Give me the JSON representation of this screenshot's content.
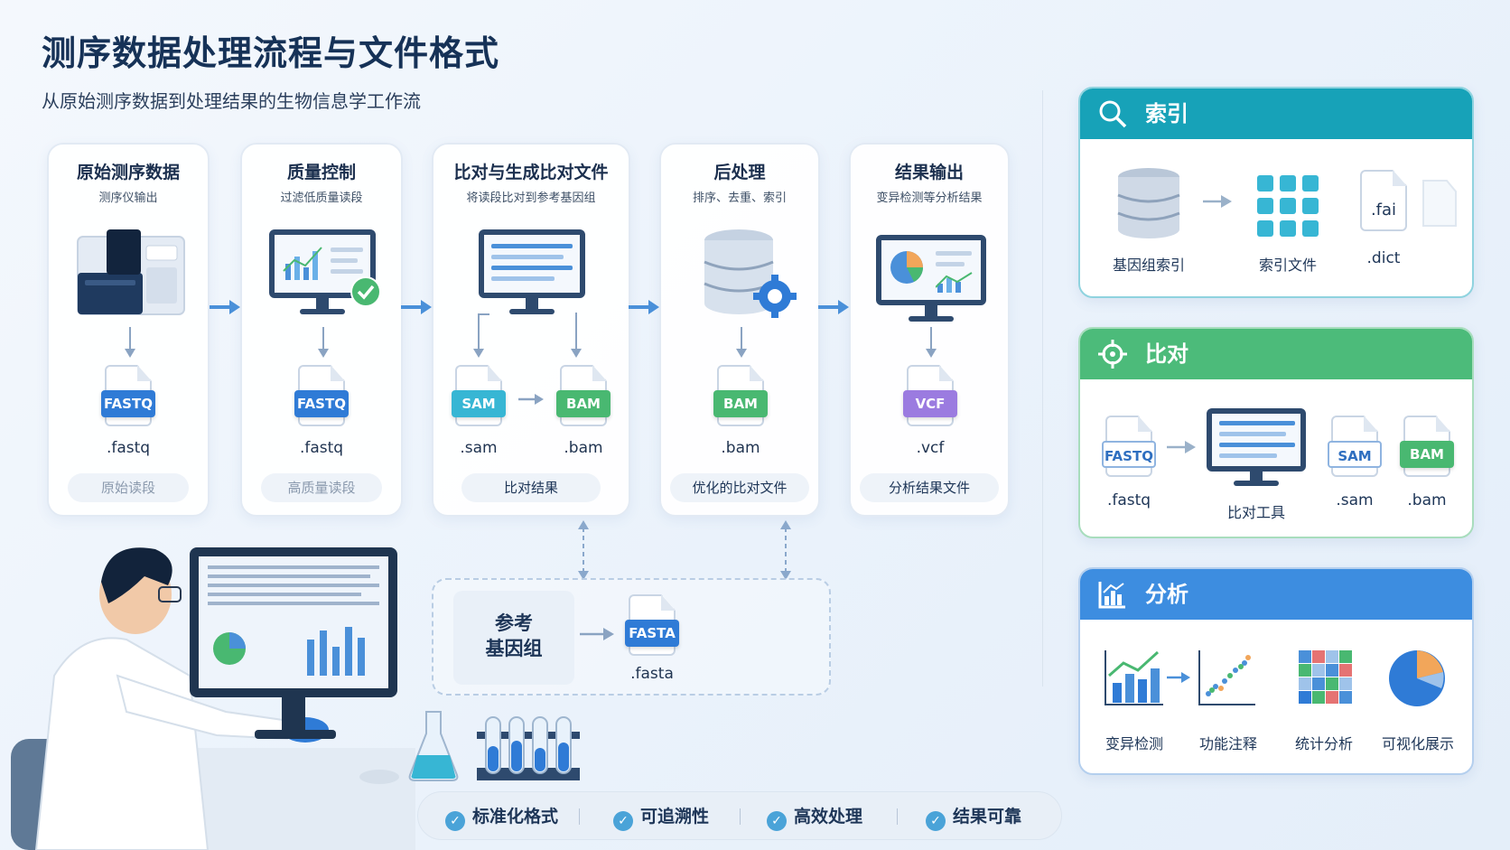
{
  "header": {
    "title": "测序数据处理流程与文件格式",
    "subtitle": "从原始测序数据到处理结果的生物信息学工作流"
  },
  "pipeline": [
    {
      "title": "原始测序数据",
      "sub": "测序仪输出",
      "files": [
        {
          "tag": "FASTQ",
          "ext": ".fastq"
        }
      ],
      "foot": "原始读段"
    },
    {
      "title": "质量控制",
      "sub": "过滤低质量读段",
      "files": [
        {
          "tag": "FASTQ",
          "ext": ".fastq"
        }
      ],
      "foot": "高质量读段"
    },
    {
      "title": "比对与生成比对文件",
      "sub": "将读段比对到参考基因组",
      "files": [
        {
          "tag": "SAM",
          "ext": ".sam"
        },
        {
          "tag": "BAM",
          "ext": ".bam"
        }
      ],
      "foot": "比对结果"
    },
    {
      "title": "后处理",
      "sub": "排序、去重、索引",
      "files": [
        {
          "tag": "BAM",
          "ext": ".bam"
        }
      ],
      "foot": "优化的比对文件"
    },
    {
      "title": "结果输出",
      "sub": "变异检测等分析结果",
      "files": [
        {
          "tag": "VCF",
          "ext": ".vcf"
        }
      ],
      "foot": "分析结果文件"
    }
  ],
  "reference": {
    "label_line1": "参考",
    "label_line2": "基因组",
    "file_tag": "FASTA",
    "file_ext": ".fasta"
  },
  "panels": {
    "index": {
      "title": "索引",
      "icon": "search-icon",
      "color": "#17a2b8",
      "items": {
        "db": "基因组索引",
        "grid": "索引文件",
        "fai": ".fai",
        "dict": ".dict"
      }
    },
    "align": {
      "title": "比对",
      "icon": "crosshair-icon",
      "color": "#4cbb7a",
      "items": {
        "fastq_tag": "FASTQ",
        "fastq_ext": ".fastq",
        "tool": "比对工具",
        "sam_tag": "SAM",
        "sam_ext": ".sam",
        "bam_tag": "BAM",
        "bam_ext": ".bam"
      }
    },
    "analysis": {
      "title": "分析",
      "icon": "bar-chart-icon",
      "color": "#3d8de0",
      "items": [
        "变异检测",
        "功能注释",
        "统计分析",
        "可视化展示"
      ]
    }
  },
  "features": [
    "标准化格式",
    "可追溯性",
    "高效处理",
    "结果可靠"
  ]
}
